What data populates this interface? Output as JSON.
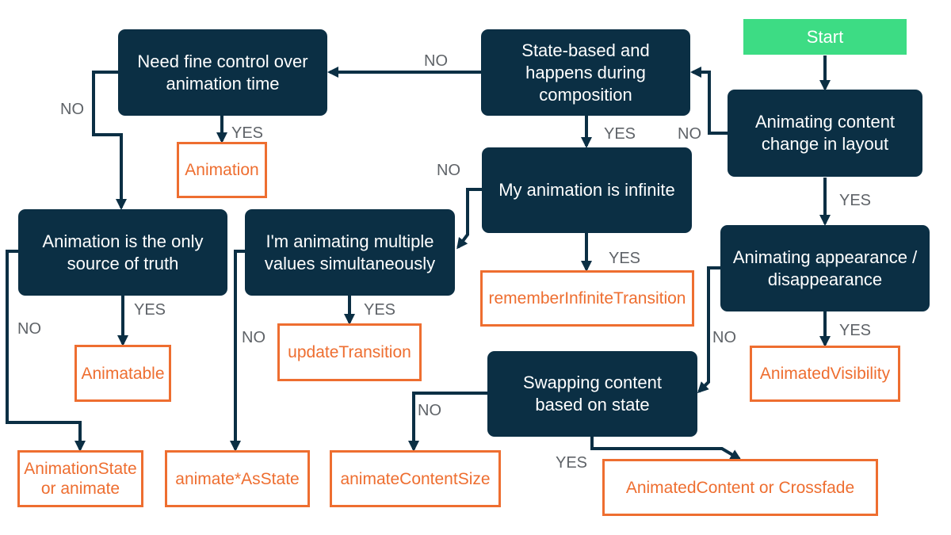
{
  "colors": {
    "decision_bg": "#0b2f44",
    "decision_text": "#ffffff",
    "outcome": "#ee6e30",
    "start": "#3ddc84",
    "edge": "#0b2f44",
    "edge_label": "#5f6368"
  },
  "start": "Start",
  "decisions": {
    "content_change": "Animating content\nchange in layout",
    "state_based": "State-based and\nhappens during\ncomposition",
    "fine_control": "Need fine control over\nanimation time",
    "appearance": "Animating appearance /\ndisappearance",
    "infinite": "My animation is infinite",
    "multiple_values": "I'm animating multiple\nvalues simultaneously",
    "only_source": "Animation is the only\nsource of truth",
    "swapping": "Swapping content\nbased on state"
  },
  "outcomes": {
    "animation": "Animation",
    "animated_visibility": "AnimatedVisibility",
    "remember_infinite": "rememberInfiniteTransition",
    "update_transition": "updateTransition",
    "animatable": "Animatable",
    "animation_state": "AnimationState\nor animate",
    "animate_as_state": "animate*AsState",
    "animate_content_size": "animateContentSize",
    "animated_content": "AnimatedContent or Crossfade"
  },
  "edge_labels": {
    "content_change_no": "NO",
    "content_change_yes": "YES",
    "state_based_no": "NO",
    "state_based_yes": "YES",
    "fine_control_no": "NO",
    "fine_control_yes": "YES",
    "appearance_no": "NO",
    "appearance_yes": "YES",
    "infinite_no": "NO",
    "infinite_yes": "YES",
    "multiple_values_no": "NO",
    "multiple_values_yes": "YES",
    "only_source_no": "NO",
    "only_source_yes": "YES",
    "swapping_no": "NO",
    "swapping_yes": "YES"
  }
}
